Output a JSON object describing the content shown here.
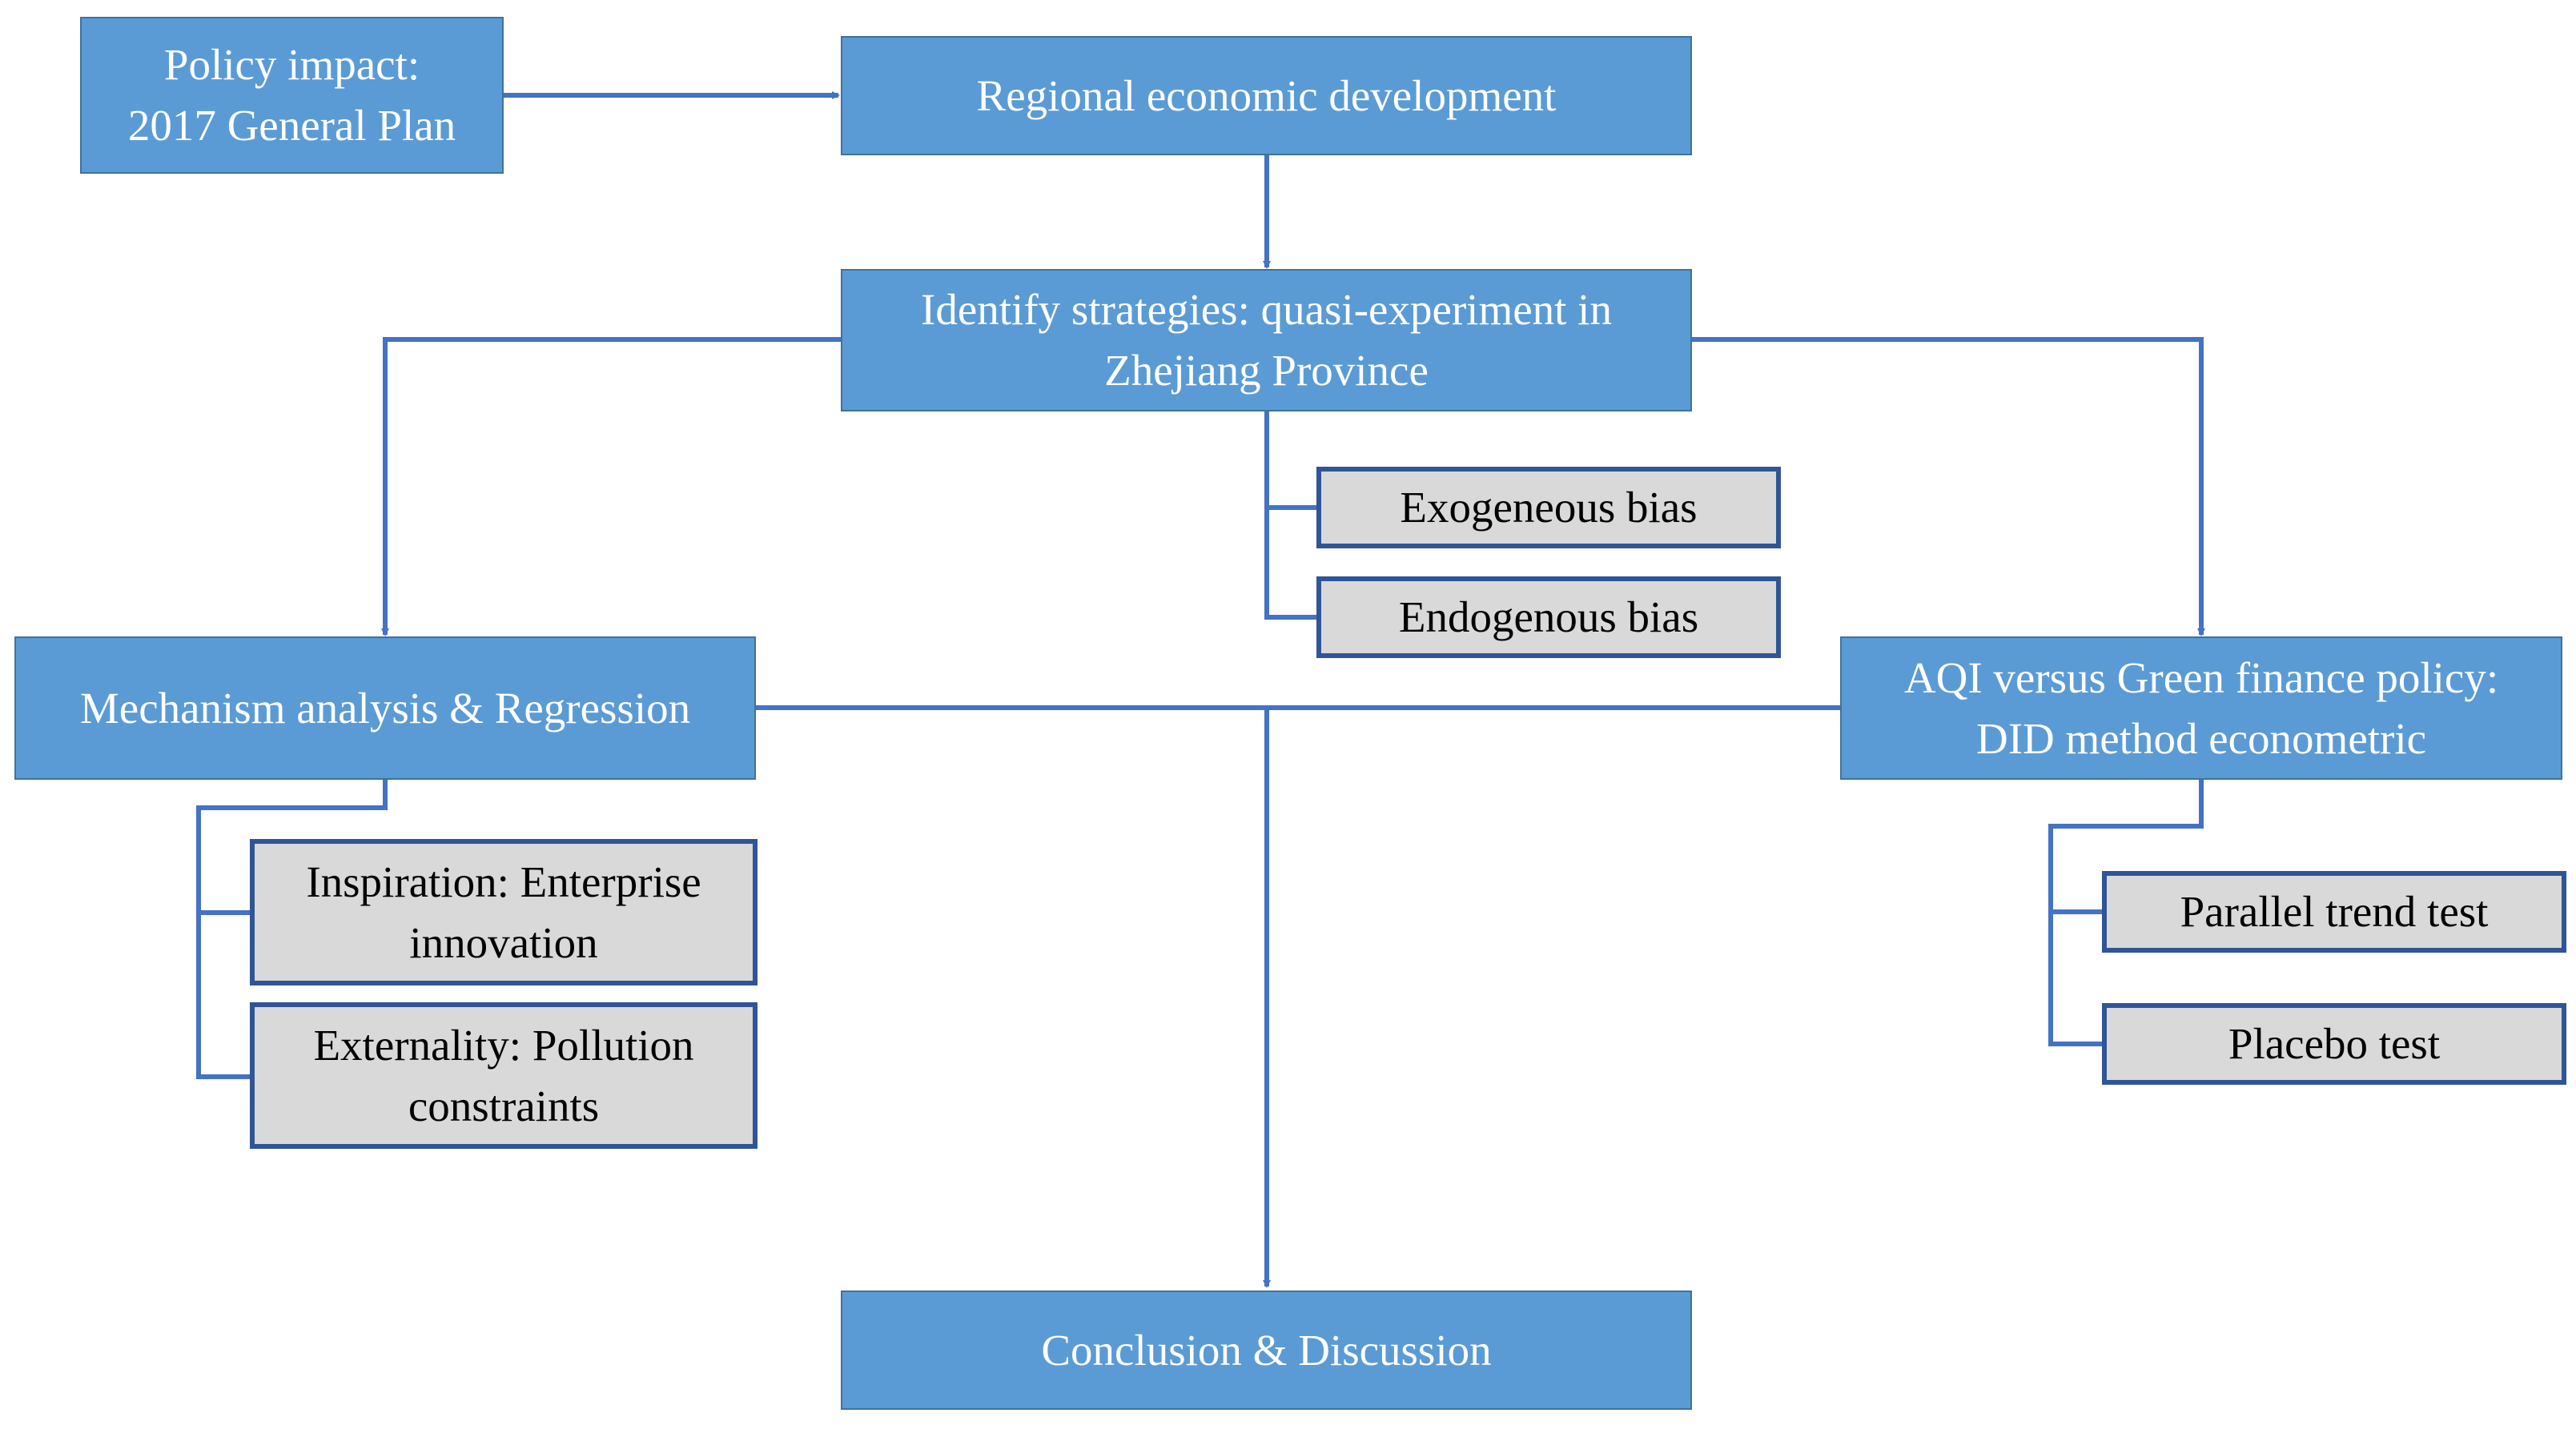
{
  "colors": {
    "primary_fill": "#5b9bd5",
    "primary_border": "#41719c",
    "secondary_fill": "#d9d9d9",
    "secondary_border": "#2f5597",
    "connector": "#4472c4"
  },
  "nodes": {
    "policy_impact": {
      "line1": "Policy impact:",
      "line2": "2017 General Plan"
    },
    "regional_development": {
      "text": "Regional economic development"
    },
    "identify_strategies": {
      "line1": "Identify strategies: quasi-experiment in",
      "line2": "Zhejiang Province"
    },
    "exogeneous_bias": {
      "text": "Exogeneous bias"
    },
    "endogenous_bias": {
      "text": "Endogenous bias"
    },
    "mechanism_analysis": {
      "text": "Mechanism analysis & Regression"
    },
    "aqi_vs_green_finance": {
      "line1": "AQI versus Green finance policy:",
      "line2": "DID method econometric"
    },
    "inspiration": {
      "line1": "Inspiration: Enterprise",
      "line2": "innovation"
    },
    "externality": {
      "line1": "Externality: Pollution",
      "line2": "constraints"
    },
    "parallel_trend_test": {
      "text": "Parallel trend test"
    },
    "placebo_test": {
      "text": "Placebo test"
    },
    "conclusion": {
      "text": "Conclusion & Discussion"
    }
  }
}
